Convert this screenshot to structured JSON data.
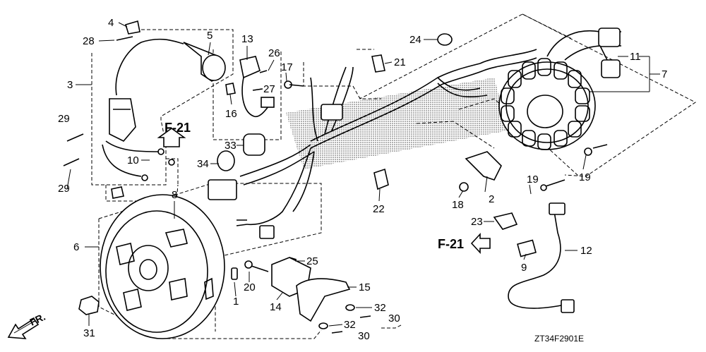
{
  "diagram": {
    "code": "ZT34F2901E",
    "front_label": "FR.",
    "refs": {
      "a": "F-21",
      "b": "F-21"
    },
    "parts": {
      "p1": "1",
      "p2": "2",
      "p3": "3",
      "p4": "4",
      "p5": "5",
      "p6": "6",
      "p7": "7",
      "p8": "8",
      "p9": "9",
      "p10": "10",
      "p11": "11",
      "p12": "12",
      "p13": "13",
      "p14": "14",
      "p15": "15",
      "p16": "16",
      "p17": "17",
      "p18": "18",
      "p19": "19",
      "p19b": "19",
      "p20": "20",
      "p21": "21",
      "p22": "22",
      "p23": "23",
      "p24": "24",
      "p25": "25",
      "p26": "26",
      "p27": "27",
      "p28": "28",
      "p29": "29",
      "p29b": "29",
      "p30": "30",
      "p30b": "30",
      "p31": "31",
      "p32": "32",
      "p32b": "32",
      "p33": "33",
      "p34": "34"
    }
  }
}
